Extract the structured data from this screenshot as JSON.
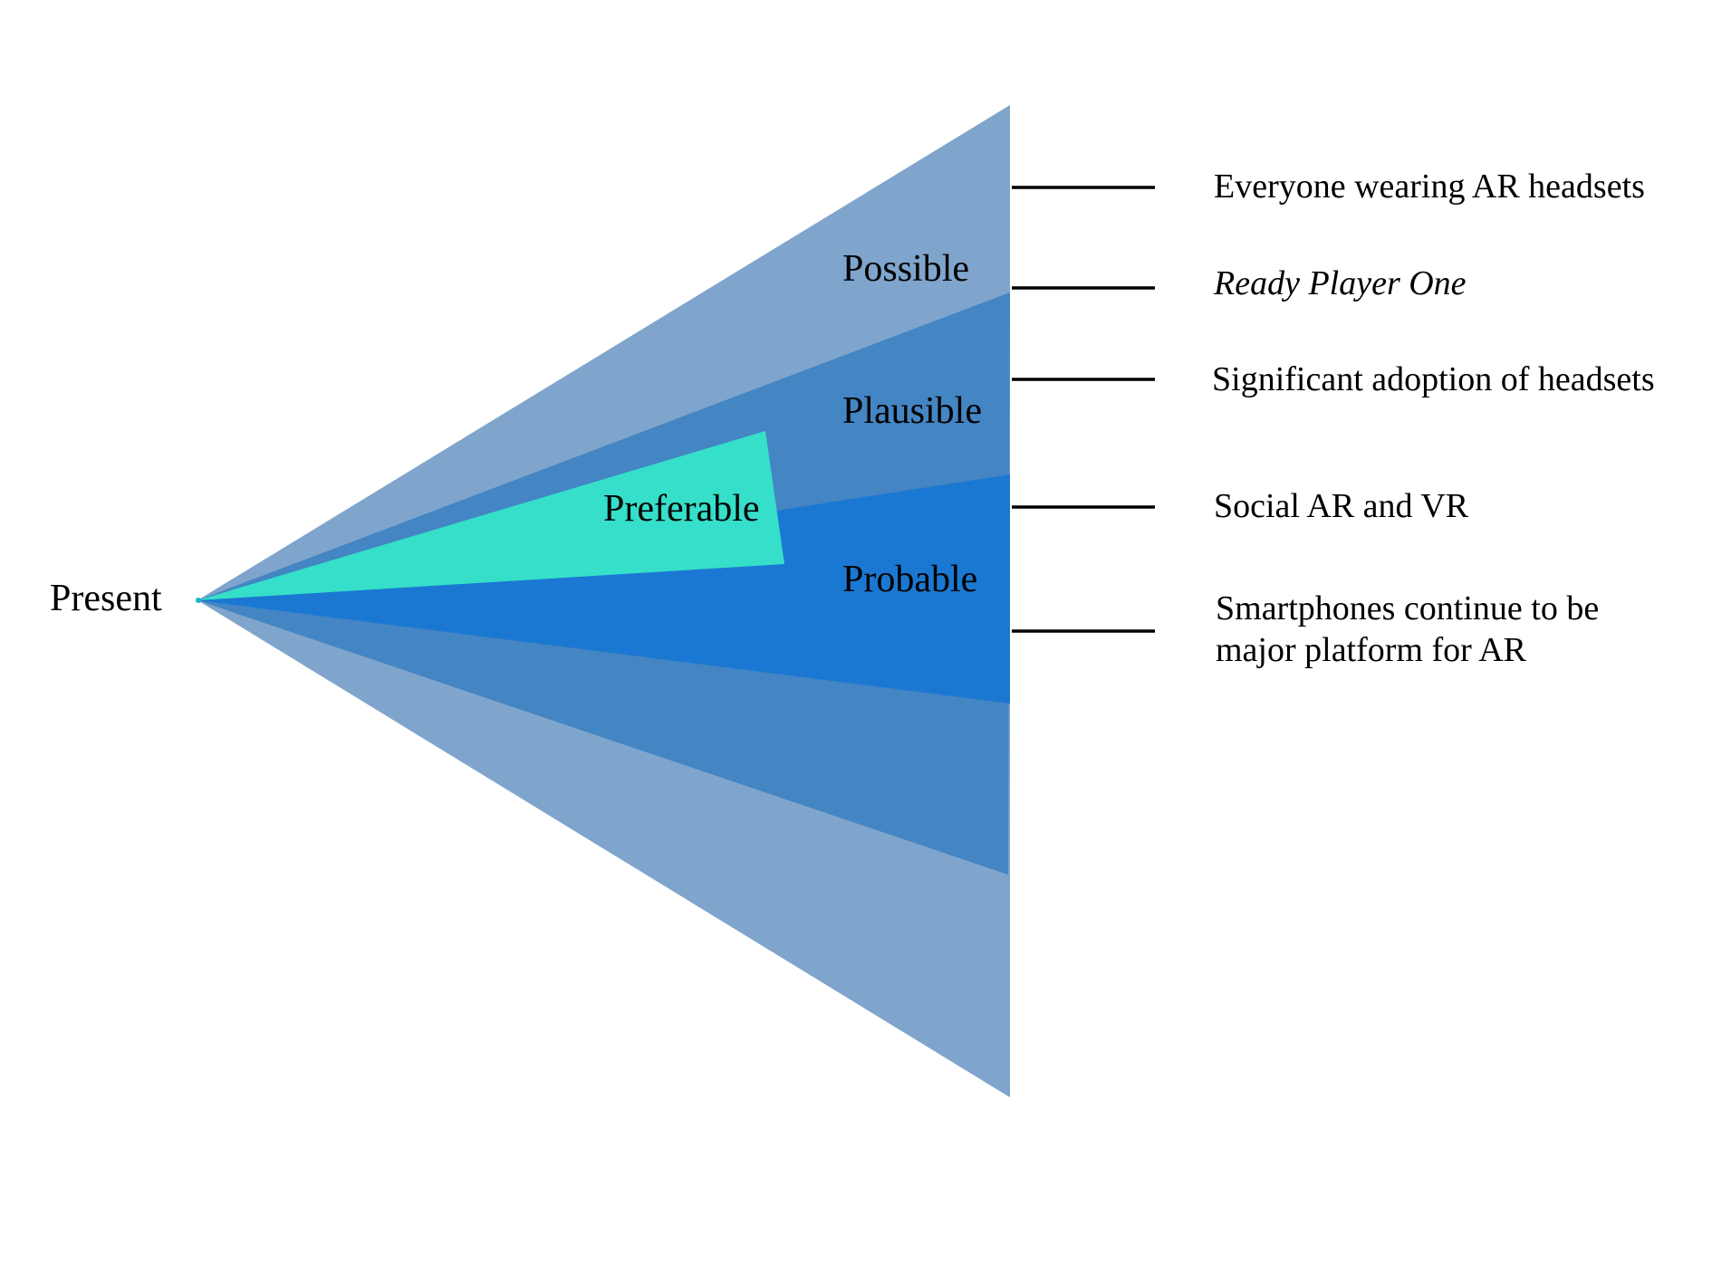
{
  "start_label": "Present",
  "cones": {
    "possible": {
      "label": "Possible",
      "color": "#7FA5CC"
    },
    "plausible": {
      "label": "Plausible",
      "color": "#4485C3"
    },
    "probable": {
      "label": "Probable",
      "color": "#1B78D2"
    },
    "preferable": {
      "label": "Preferable",
      "color": "#35DFC9"
    }
  },
  "annotations": [
    {
      "lines": [
        "Everyone wearing AR headsets"
      ],
      "italic": false
    },
    {
      "lines": [
        "Ready Player One"
      ],
      "italic": true
    },
    {
      "lines": [
        "Significant adoption of headsets"
      ],
      "italic": false
    },
    {
      "lines": [
        "Social AR and VR"
      ],
      "italic": false
    },
    {
      "lines": [
        "Smartphones continue to be",
        "major platform for AR"
      ],
      "italic": false
    }
  ]
}
